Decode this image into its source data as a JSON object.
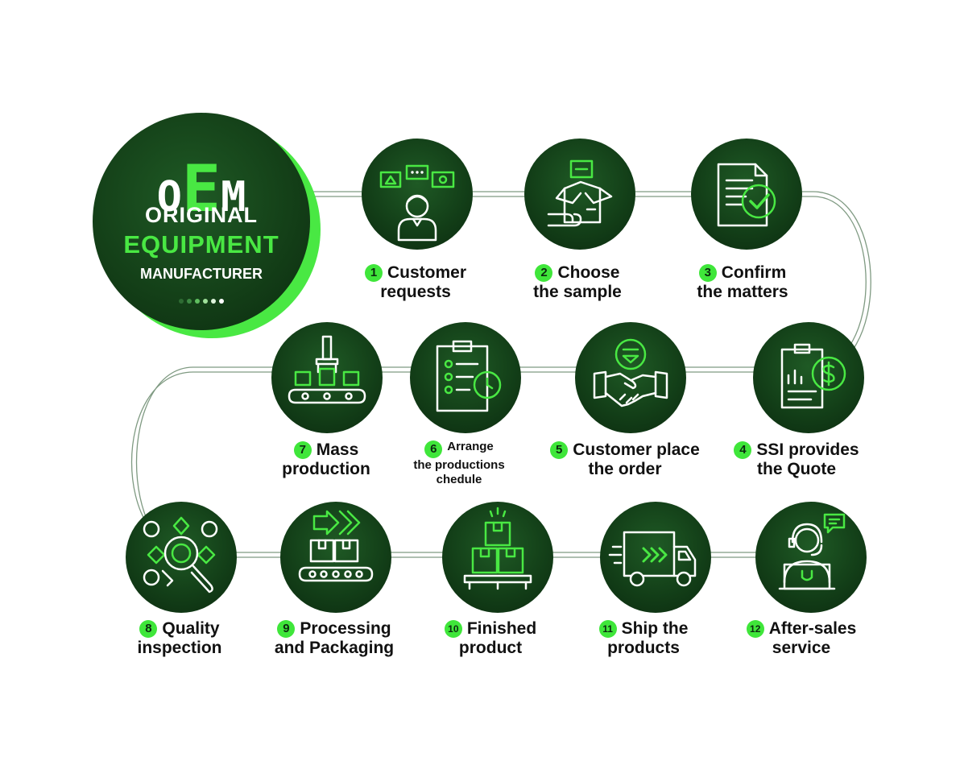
{
  "colors": {
    "dark_green": "#133e17",
    "accent_green": "#49e843",
    "text": "#111111",
    "white": "#ffffff"
  },
  "logo": {
    "letter_o": "O",
    "letter_e": "E",
    "letter_m": "M",
    "line1": "ORIGINAL",
    "line2": "EQUIPMENT",
    "line3": "MANUFACTURER"
  },
  "steps": [
    {
      "num": "1",
      "line1": "Customer",
      "line2": "requests",
      "icon": "customer-requests-icon"
    },
    {
      "num": "2",
      "line1": "Choose",
      "line2": "the sample",
      "icon": "sample-box-icon"
    },
    {
      "num": "3",
      "line1": "Confirm",
      "line2": "the matters",
      "icon": "document-check-icon"
    },
    {
      "num": "4",
      "line1": "SSI provides",
      "line2": "the Quote",
      "icon": "quote-dollar-icon"
    },
    {
      "num": "5",
      "line1": "Customer place",
      "line2": "the order",
      "icon": "handshake-icon"
    },
    {
      "num": "6",
      "line1": "Arrange",
      "line2": "the productions",
      "line3": "chedule",
      "icon": "clipboard-clock-icon"
    },
    {
      "num": "7",
      "line1": "Mass",
      "line2": "production",
      "icon": "conveyor-production-icon"
    },
    {
      "num": "8",
      "line1": "Quality",
      "line2": "inspection",
      "icon": "magnifier-inspection-icon"
    },
    {
      "num": "9",
      "line1": "Processing",
      "line2": "and Packaging",
      "icon": "packaging-conveyor-icon"
    },
    {
      "num": "10",
      "line1": "Finished",
      "line2": "product",
      "icon": "stacked-boxes-icon"
    },
    {
      "num": "11",
      "line1": "Ship the",
      "line2": "products",
      "icon": "truck-icon"
    },
    {
      "num": "12",
      "line1": "After-sales",
      "line2": "service",
      "icon": "headset-support-icon"
    }
  ]
}
